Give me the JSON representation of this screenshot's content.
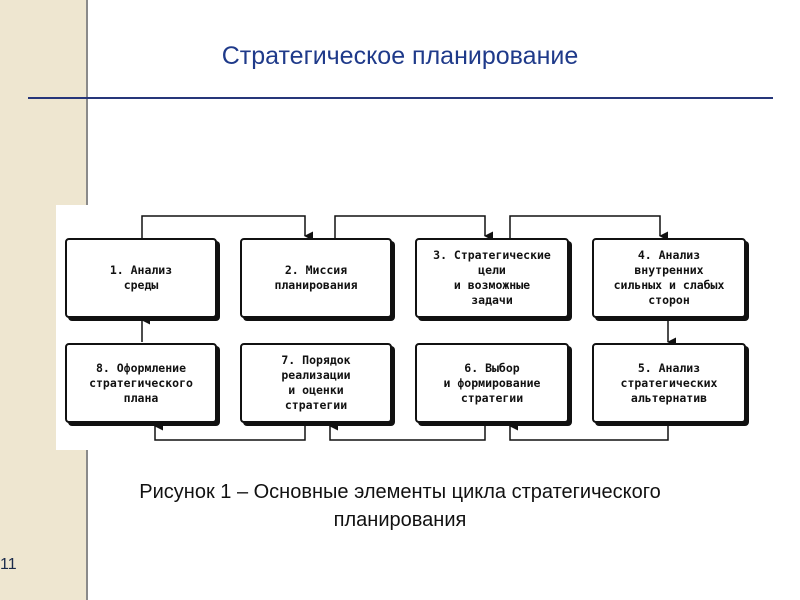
{
  "slide": {
    "title": "Стратегическое планирование",
    "page_number": "11"
  },
  "diagram": {
    "boxes": [
      {
        "id": "b1",
        "text": "1. Анализ\nсреды"
      },
      {
        "id": "b2",
        "text": "2. Миссия\nпланирования"
      },
      {
        "id": "b3",
        "text": "3. Стратегические\nцели\nи возможные\nзадачи"
      },
      {
        "id": "b4",
        "text": "4. Анализ\nвнутренних\nсильных и слабых\nсторон"
      },
      {
        "id": "b5",
        "text": "5. Анализ\nстратегических\nальтернатив"
      },
      {
        "id": "b6",
        "text": "6. Выбор\nи формирование\nстратегии"
      },
      {
        "id": "b7",
        "text": "7. Порядок\nреализации\nи оценки\nстратегии"
      },
      {
        "id": "b8",
        "text": "8. Оформление\nстратегического\nплана"
      }
    ]
  },
  "caption": {
    "line1": "Рисунок 1 – Основные элементы цикла стратегического",
    "line2": "планирования"
  }
}
